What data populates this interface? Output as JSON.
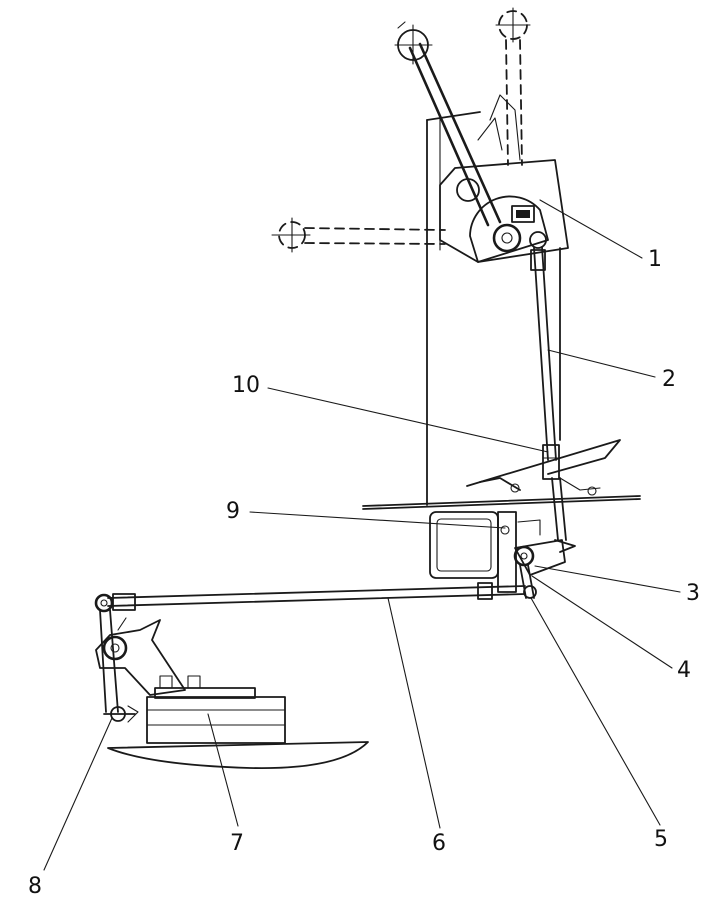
{
  "labels": {
    "l1": "1",
    "l2": "2",
    "l3": "3",
    "l4": "4",
    "l5": "5",
    "l6": "6",
    "l7": "7",
    "l8": "8",
    "l9": "9",
    "l10": "10"
  },
  "colors": {
    "ink": "#1a1a1a",
    "background": "#ffffff"
  }
}
